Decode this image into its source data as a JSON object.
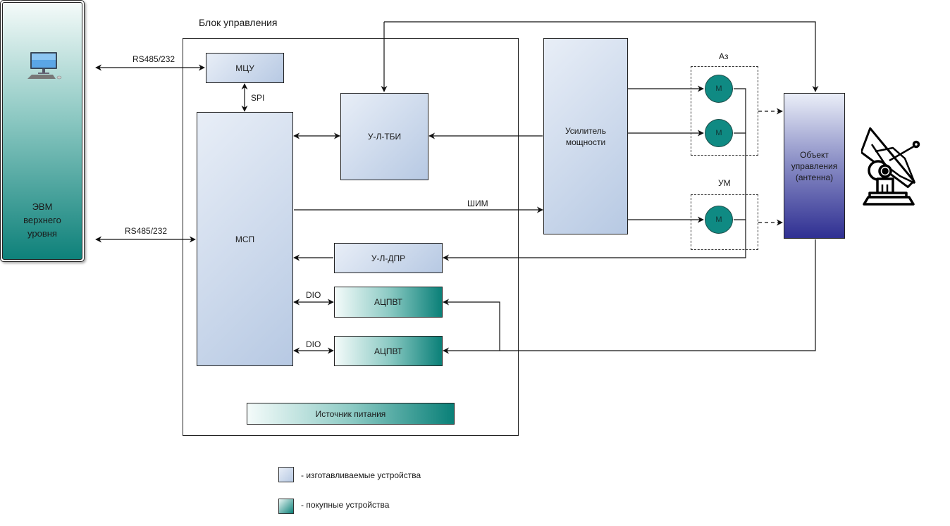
{
  "diagram": {
    "control_block_title": "Блок управления",
    "evm": {
      "line1": "ЭВМ",
      "line2": "верхнего",
      "line3": "уровня",
      "icon": "desktop-computer-icon"
    },
    "blocks": {
      "mcu": "МЦУ",
      "msp": "МСП",
      "ul_tbi": "У-Л-ТБИ",
      "ul_dpr": "У-Л-ДПР",
      "adc1": "АЦПВТ",
      "adc2": "АЦПВТ",
      "power": "Источник питания",
      "amplifier_line1": "Усилитель",
      "amplifier_line2": "мощности",
      "object_line1": "Объект",
      "object_line2": "управления",
      "object_line3": "(антенна)"
    },
    "motor_groups": {
      "azimuth_label": "Аз",
      "elevation_label": "УМ",
      "motor_label": "M"
    },
    "connections": {
      "rs_top": "RS485/232",
      "rs_bottom": "RS485/232",
      "spi": "SPI",
      "pwm": "ШИМ",
      "dio1": "DIO",
      "dio2": "DIO"
    },
    "antenna_icon": "radar-antenna-icon",
    "legend": [
      {
        "text": "- изготавливаемые устройства",
        "kind": "made"
      },
      {
        "text": "- покупные устройства",
        "kind": "bought"
      }
    ],
    "colors": {
      "made_start": "#e8eef7",
      "made_end": "#b7c9e3",
      "bought_end": "#0a8078",
      "motor": "#0f8a83",
      "object_end": "#2f2f92"
    }
  }
}
